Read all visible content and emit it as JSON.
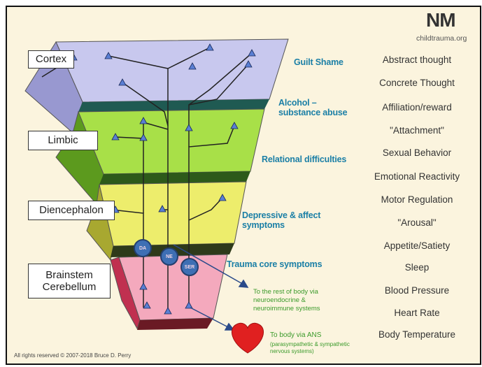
{
  "logo": {
    "mark": "NM",
    "site": "childtrauma.org"
  },
  "brain_regions": {
    "cortex": "Cortex",
    "limbic": "Limbic",
    "diencephalon": "Diencephalon",
    "brainstem": "Brainstem\nCerebellum"
  },
  "symptom_labels": {
    "cortex": "Guilt  Shame",
    "limbic_1": "Alcohol –\nsubstance abuse",
    "limbic_2": "Relational difficulties",
    "diencephalon": "Depressive & affect\nsymptoms",
    "brainstem": "Trauma core symptoms"
  },
  "body_labels": {
    "neuro": "To the rest of body via\nneuroendocrine &\nneuroimmune systems",
    "ans_title": "To body via ANS",
    "ans_detail": "(parasympathetic & sympathetic\nnervous systems)"
  },
  "neurotransmitters": [
    "DA",
    "NE",
    "SER"
  ],
  "functions": [
    "Abstract thought",
    "Concrete Thought",
    "Affiliation/reward",
    "\"Attachment\"",
    "Sexual Behavior",
    "Emotional Reactivity",
    "Motor Regulation",
    "\"Arousal\"",
    "Appetite/Satiety",
    "Sleep",
    "Blood Pressure",
    "Heart Rate",
    "Body Temperature"
  ],
  "copyright": "All rights reserved © 2007-2018 Bruce D. Perry",
  "colors": {
    "background": "#fbf4de",
    "cortex": "#c8c8ee",
    "limbic": "#a8e048",
    "diencephalon": "#eded6c",
    "brainstem": "#f4a9bd",
    "label_blue": "#1b7fa6",
    "label_green": "#3a9a2a",
    "neurotransmitter": "#3e6fb4",
    "heart": "#e02020"
  }
}
